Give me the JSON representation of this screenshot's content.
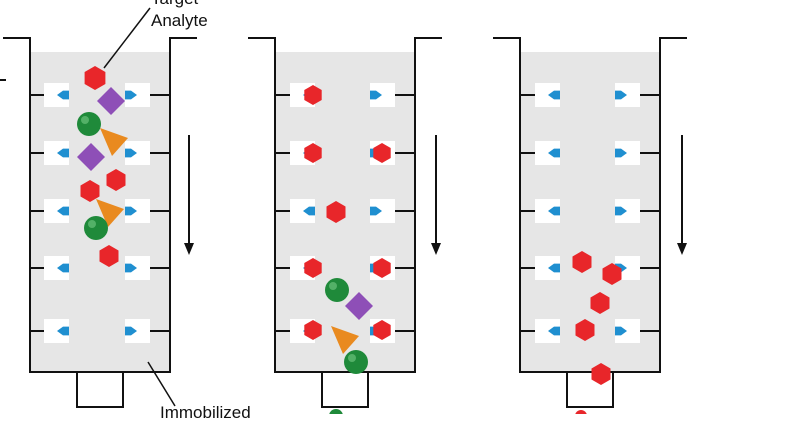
{
  "labels": {
    "target_line1": "Target",
    "target_line2": "Analyte",
    "immobilized": "Immobilized"
  },
  "colors": {
    "column_fill": "#e6e6e6",
    "outline": "#111111",
    "receptor": "#1f8fd0",
    "target": "#e8262a",
    "sphere": "#1f8a3a",
    "diamond": "#8e4fb7",
    "triangle": "#e98a1f"
  },
  "icons": {
    "target": "red-hexagon-icon",
    "sphere": "green-sphere-icon",
    "diamond": "purple-diamond-icon",
    "triangle": "orange-triangle-icon",
    "receptor": "c-shaped-receptor-icon",
    "flow": "down-arrow-icon"
  }
}
